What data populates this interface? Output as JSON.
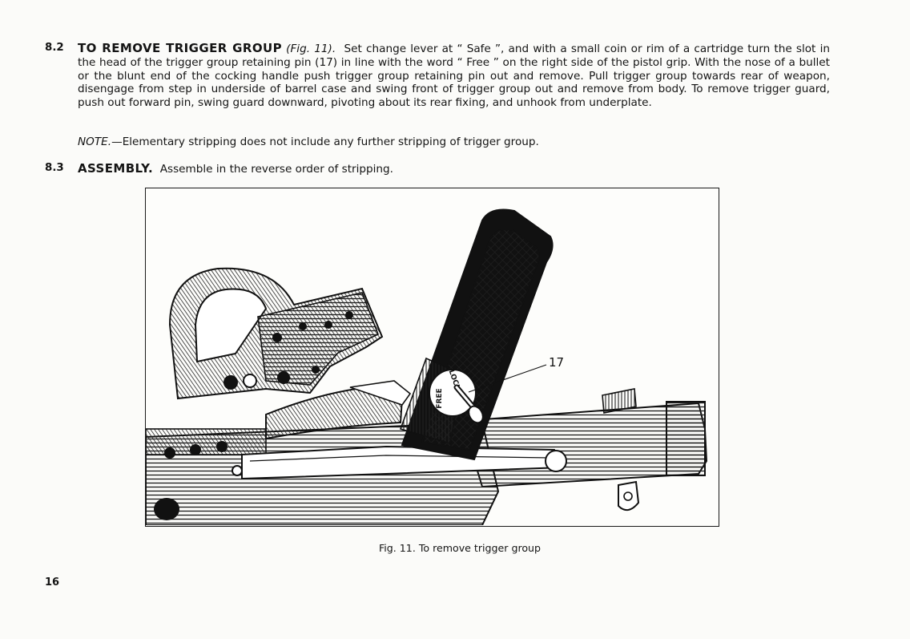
{
  "section_82": {
    "number": "8.2",
    "heading": "TO REMOVE TRIGGER GROUP",
    "fig_ref": "(Fig. 11).",
    "text": "Set change lever at “ Safe ”, and with a small coin or rim of a cartridge turn the slot in the head of the trigger group retaining pin (17) in line with the word “ Free ” on the right side of the pistol grip.  With the nose of a bullet or the blunt end of the cocking handle push trigger group retaining pin out and remove.  Pull trigger group towards rear of weapon, disengage from step in underside of barrel case and swing front of trigger group out and remove from body.  To remove trigger guard, push out forward pin, swing guard downward, pivoting about its rear fixing, and unhook from underplate."
  },
  "note": {
    "label": "NOTE.",
    "text": "—Elementary stripping does not include any further stripping of trigger group."
  },
  "section_83": {
    "number": "8.3",
    "heading": "ASSEMBLY.",
    "text": "Assemble in the reverse order of stripping."
  },
  "figure": {
    "callout": "17",
    "dial_text_1": "LOCK",
    "dial_text_2": "FREE",
    "caption": "Fig. 11.   To remove trigger group"
  },
  "page_number": "16"
}
